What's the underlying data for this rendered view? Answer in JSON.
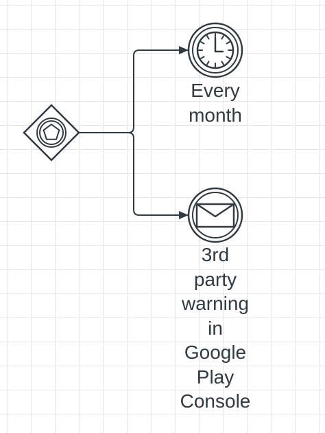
{
  "diagram": {
    "stroke_color": "#2f3a44",
    "gateway": {
      "type": "event-based-gateway",
      "icon": "pentagon-icon"
    },
    "events": [
      {
        "type": "timer-intermediate-catch-event",
        "icon": "clock-icon",
        "label": "Every\nmonth"
      },
      {
        "type": "message-intermediate-catch-event",
        "icon": "envelope-icon",
        "label": "3rd\nparty\nwarning\nin\nGoogle\nPlay\nConsole"
      }
    ]
  }
}
